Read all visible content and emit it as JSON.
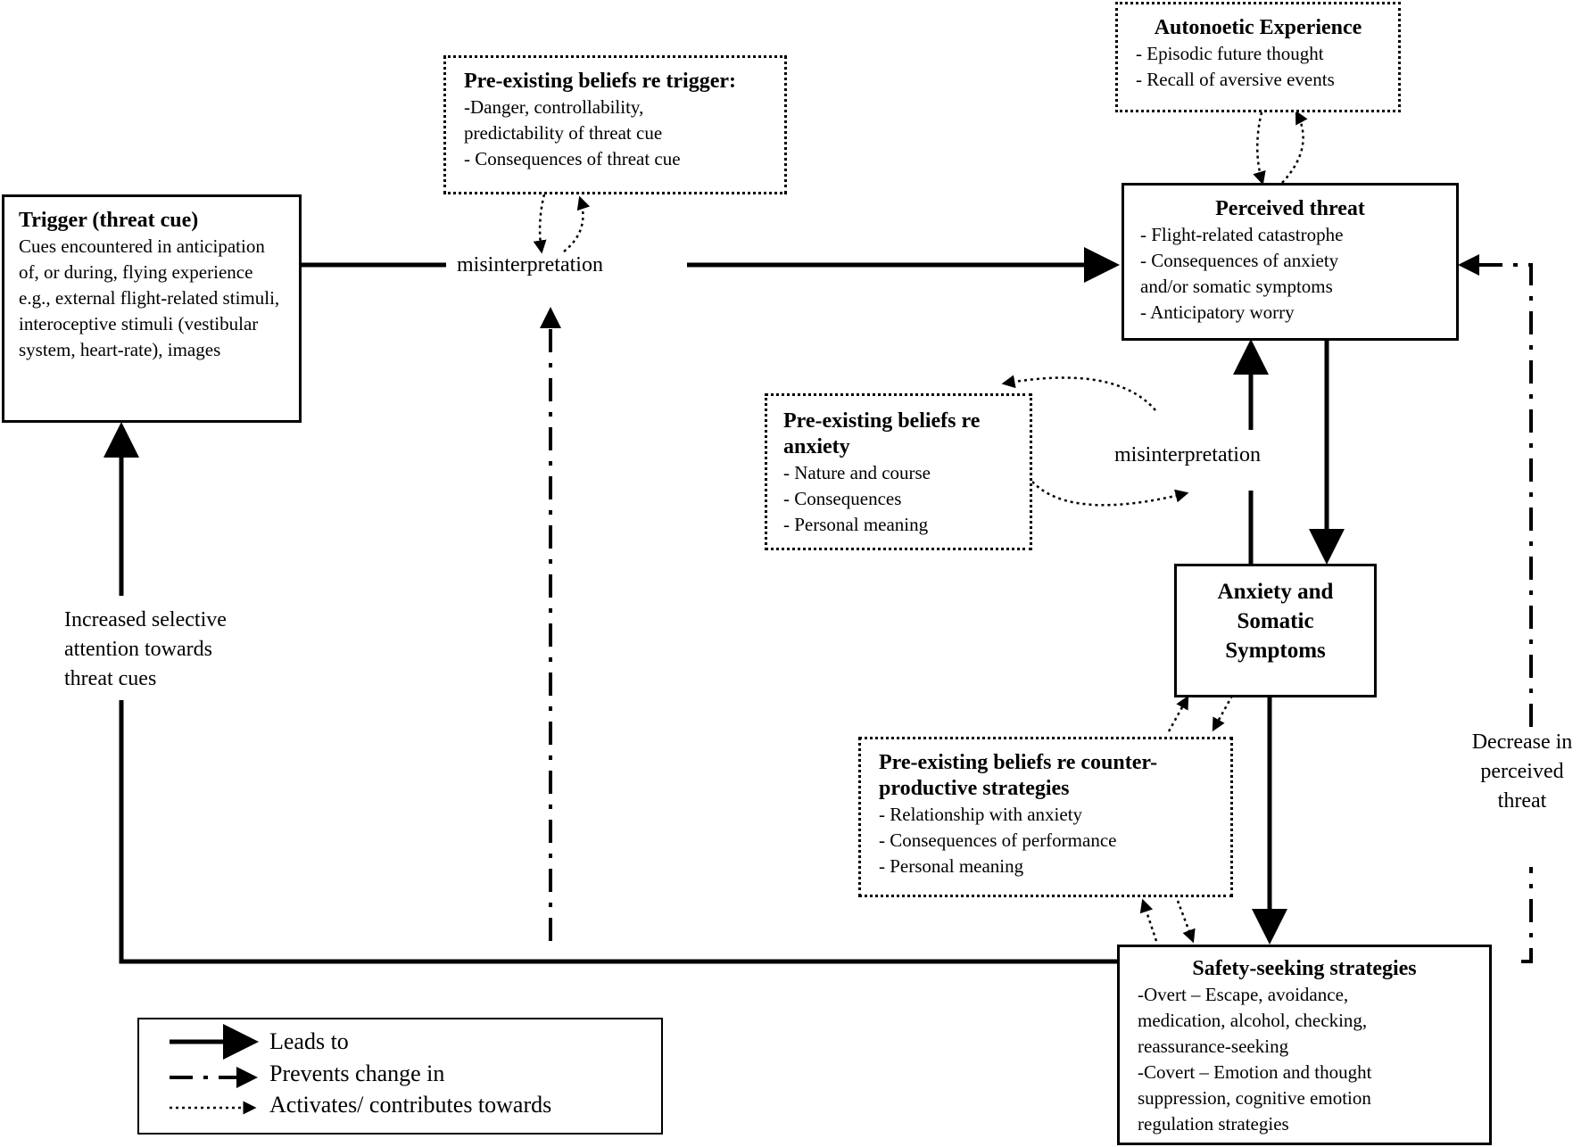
{
  "trigger": {
    "title": "Trigger (threat cue)",
    "body": "Cues encountered in anticipation of, or during, flying experience e.g., external flight-related stimuli, interoceptive stimuli (vestibular system, heart-rate), images"
  },
  "beliefs_trigger": {
    "title": "Pre-existing beliefs re trigger:",
    "items": [
      "-Danger, controllability,",
      "predictability of threat cue",
      "- Consequences of threat cue"
    ]
  },
  "autonoetic": {
    "title": "Autonoetic Experience",
    "items": [
      "- Episodic future thought",
      "- Recall of aversive events"
    ]
  },
  "perceived_threat": {
    "title": "Perceived threat",
    "items": [
      "- Flight-related catastrophe",
      "- Consequences of anxiety",
      "and/or somatic symptoms",
      "- Anticipatory worry"
    ]
  },
  "beliefs_anxiety": {
    "title_lines": [
      "Pre-existing beliefs re",
      "anxiety"
    ],
    "items": [
      "- Nature and course",
      "- Consequences",
      "- Personal meaning"
    ]
  },
  "anxiety_symptoms": {
    "title_lines": [
      "Anxiety and",
      "Somatic",
      "Symptoms"
    ]
  },
  "beliefs_strategies": {
    "title_lines": [
      "Pre-existing beliefs re counter-",
      "productive strategies"
    ],
    "items": [
      "- Relationship with anxiety",
      "- Consequences of performance",
      "- Personal meaning"
    ]
  },
  "safety": {
    "title": "Safety-seeking strategies",
    "items": [
      "-Overt – Escape, avoidance,",
      "medication, alcohol, checking,",
      "reassurance-seeking",
      "-Covert – Emotion and thought",
      "suppression, cognitive emotion",
      "regulation strategies"
    ]
  },
  "labels": {
    "misinterpretation_left": "misinterpretation",
    "misinterpretation_right": "misinterpretation",
    "attention": [
      "Increased selective",
      "attention towards",
      "threat cues"
    ],
    "decrease": [
      "Decrease in",
      "perceived",
      "threat"
    ]
  },
  "legend": {
    "leads_to": "Leads to",
    "prevents_change": "Prevents change in",
    "activates": "Activates/ contributes towards"
  }
}
